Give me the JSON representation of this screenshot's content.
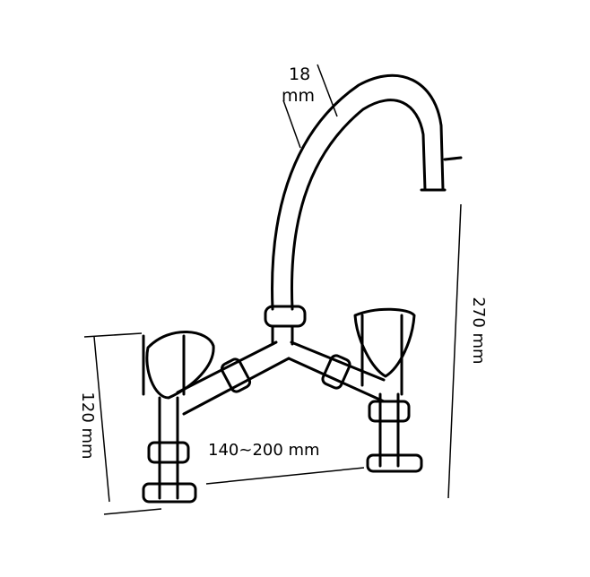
{
  "dimensions": {
    "pipe_diameter": {
      "value": "18",
      "unit": "mm"
    },
    "spout_height": "270 mm",
    "base_height": "120 mm",
    "center_distance": "140~200 mm"
  },
  "colors": {
    "line": "#000000",
    "background": "#ffffff",
    "shade": "#c8c8c8"
  }
}
